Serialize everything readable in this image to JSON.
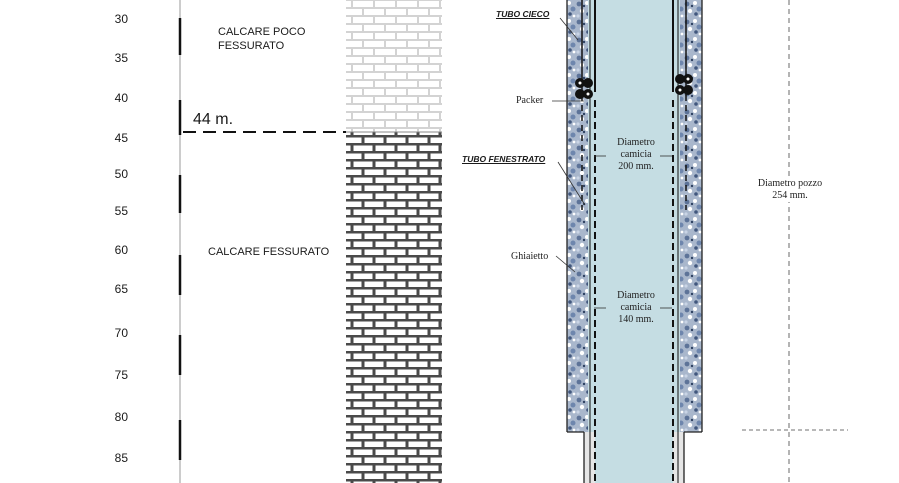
{
  "depth_ticks": [
    "30",
    "35",
    "40",
    "45",
    "50",
    "55",
    "60",
    "65",
    "70",
    "75",
    "80",
    "85"
  ],
  "water_level": "44 m.",
  "layers": {
    "upper": "CALCARE POCO\nFESSURATO",
    "lower": "CALCARE FESSURATO"
  },
  "well_labels": {
    "tubo_cieco": "TUBO CIECO",
    "packer": "Packer",
    "tubo_fenestrato": "TUBO FENESTRATO",
    "ghiaietto": "Ghiaietto",
    "camicia_200": "Diametro\ncamicia\n200 mm.",
    "camicia_140": "Diametro\ncamicia\n140 mm.",
    "pozzo": "Diametro pozzo\n254 mm."
  },
  "colors": {
    "water": "#c5dde3",
    "gravel": "#8fa3bf",
    "brick_light": "#d8d8d8",
    "brick_dark": "#4a4a4a"
  }
}
